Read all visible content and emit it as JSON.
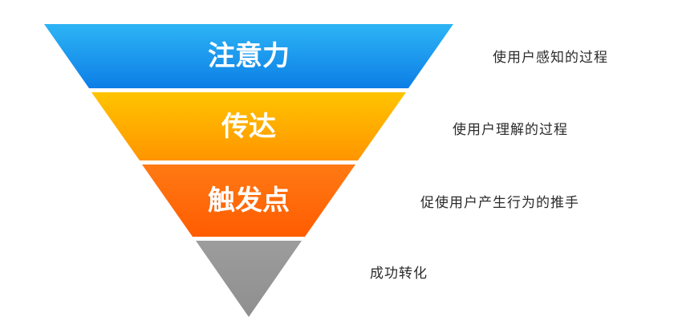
{
  "diagram": {
    "type": "inverted-funnel",
    "background_color": "#ffffff",
    "layer_text_color": "#ffffff",
    "annotation_text_color": "#2b2b2b",
    "layers": [
      {
        "label": "注意力",
        "annotation": "使用户感知的过程",
        "color_top": "#2db4f5",
        "color_bottom": "#0c7ee6"
      },
      {
        "label": "传达",
        "annotation": "使用户理解的过程",
        "color_top": "#ffc400",
        "color_bottom": "#ff9500"
      },
      {
        "label": "触发点",
        "annotation": "促使用户产生行为的推手",
        "color_top": "#ff7a14",
        "color_bottom": "#ff5c00"
      },
      {
        "label": "",
        "annotation": "成功转化",
        "color_top": "#9c9c9c",
        "color_bottom": "#8f8f8f"
      }
    ]
  }
}
